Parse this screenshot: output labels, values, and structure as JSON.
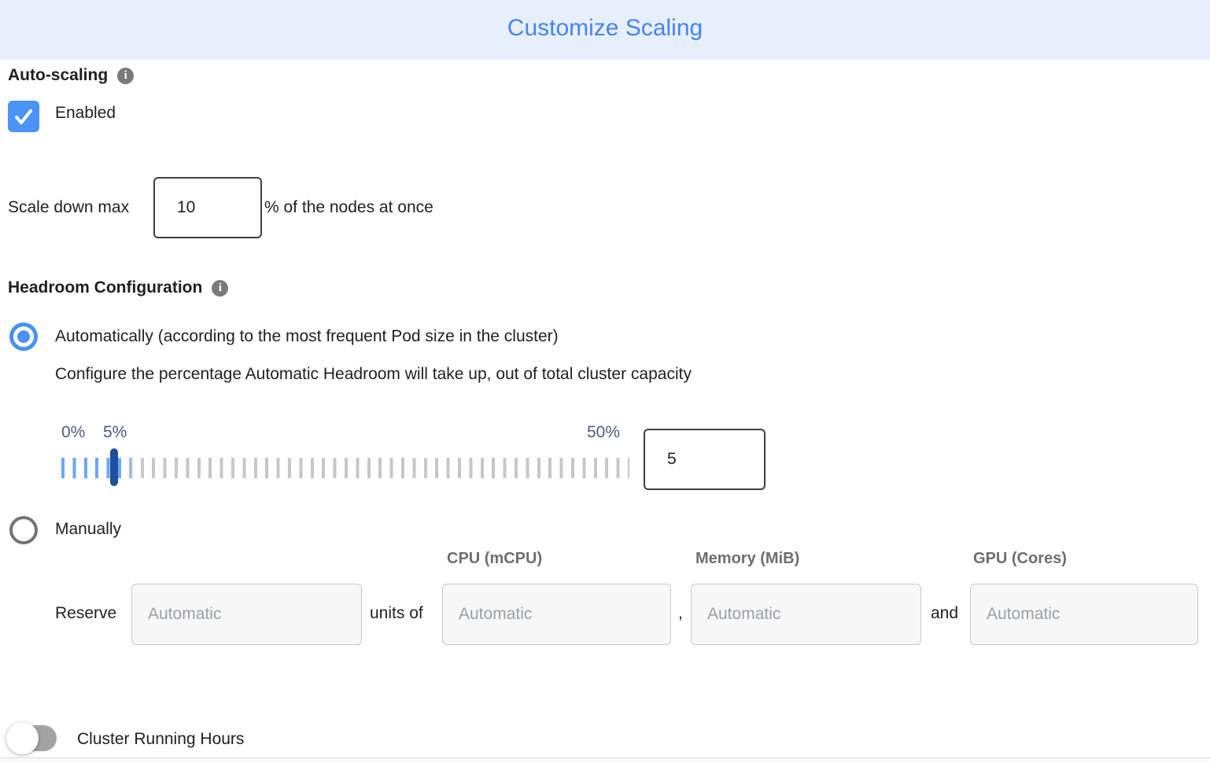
{
  "header": {
    "title": "Customize Scaling"
  },
  "auto_scaling": {
    "label": "Auto-scaling",
    "enabled_label": "Enabled",
    "checked": true
  },
  "scale_down": {
    "prefix_label": "Scale down max",
    "value": "10",
    "suffix_label": "% of the nodes at once"
  },
  "headroom": {
    "label": "Headroom Configuration",
    "automatic_option_label": "Automatically (according to the most frequent Pod size in the cluster)",
    "automatic_description": "Configure the percentage Automatic Headroom will take up, out of total cluster capacity",
    "slider": {
      "min_label": "0%",
      "current_label": "5%",
      "max_label": "50%",
      "value": "5"
    },
    "manual_option_label": "Manually"
  },
  "manual_reserve": {
    "column_headers": [
      "CPU (mCPU)",
      "Memory (MiB)",
      "GPU (Cores)"
    ],
    "reserve_label": "Reserve",
    "units_of_label": "units of",
    "comma_separator": ",",
    "and_label": "and",
    "automatic_placeholder": "Automatic"
  },
  "cluster_running_hours": {
    "label": "Cluster Running Hours",
    "enabled": false
  },
  "colors": {
    "accent_blue": "#4285f4",
    "header_background": "#e8effc",
    "checkbox_blue": "#4b93f5",
    "slider_handle": "#1d4f9e",
    "slider_tick_active": "#6ba7f5",
    "slider_tick_inactive": "#c7c7c7"
  }
}
